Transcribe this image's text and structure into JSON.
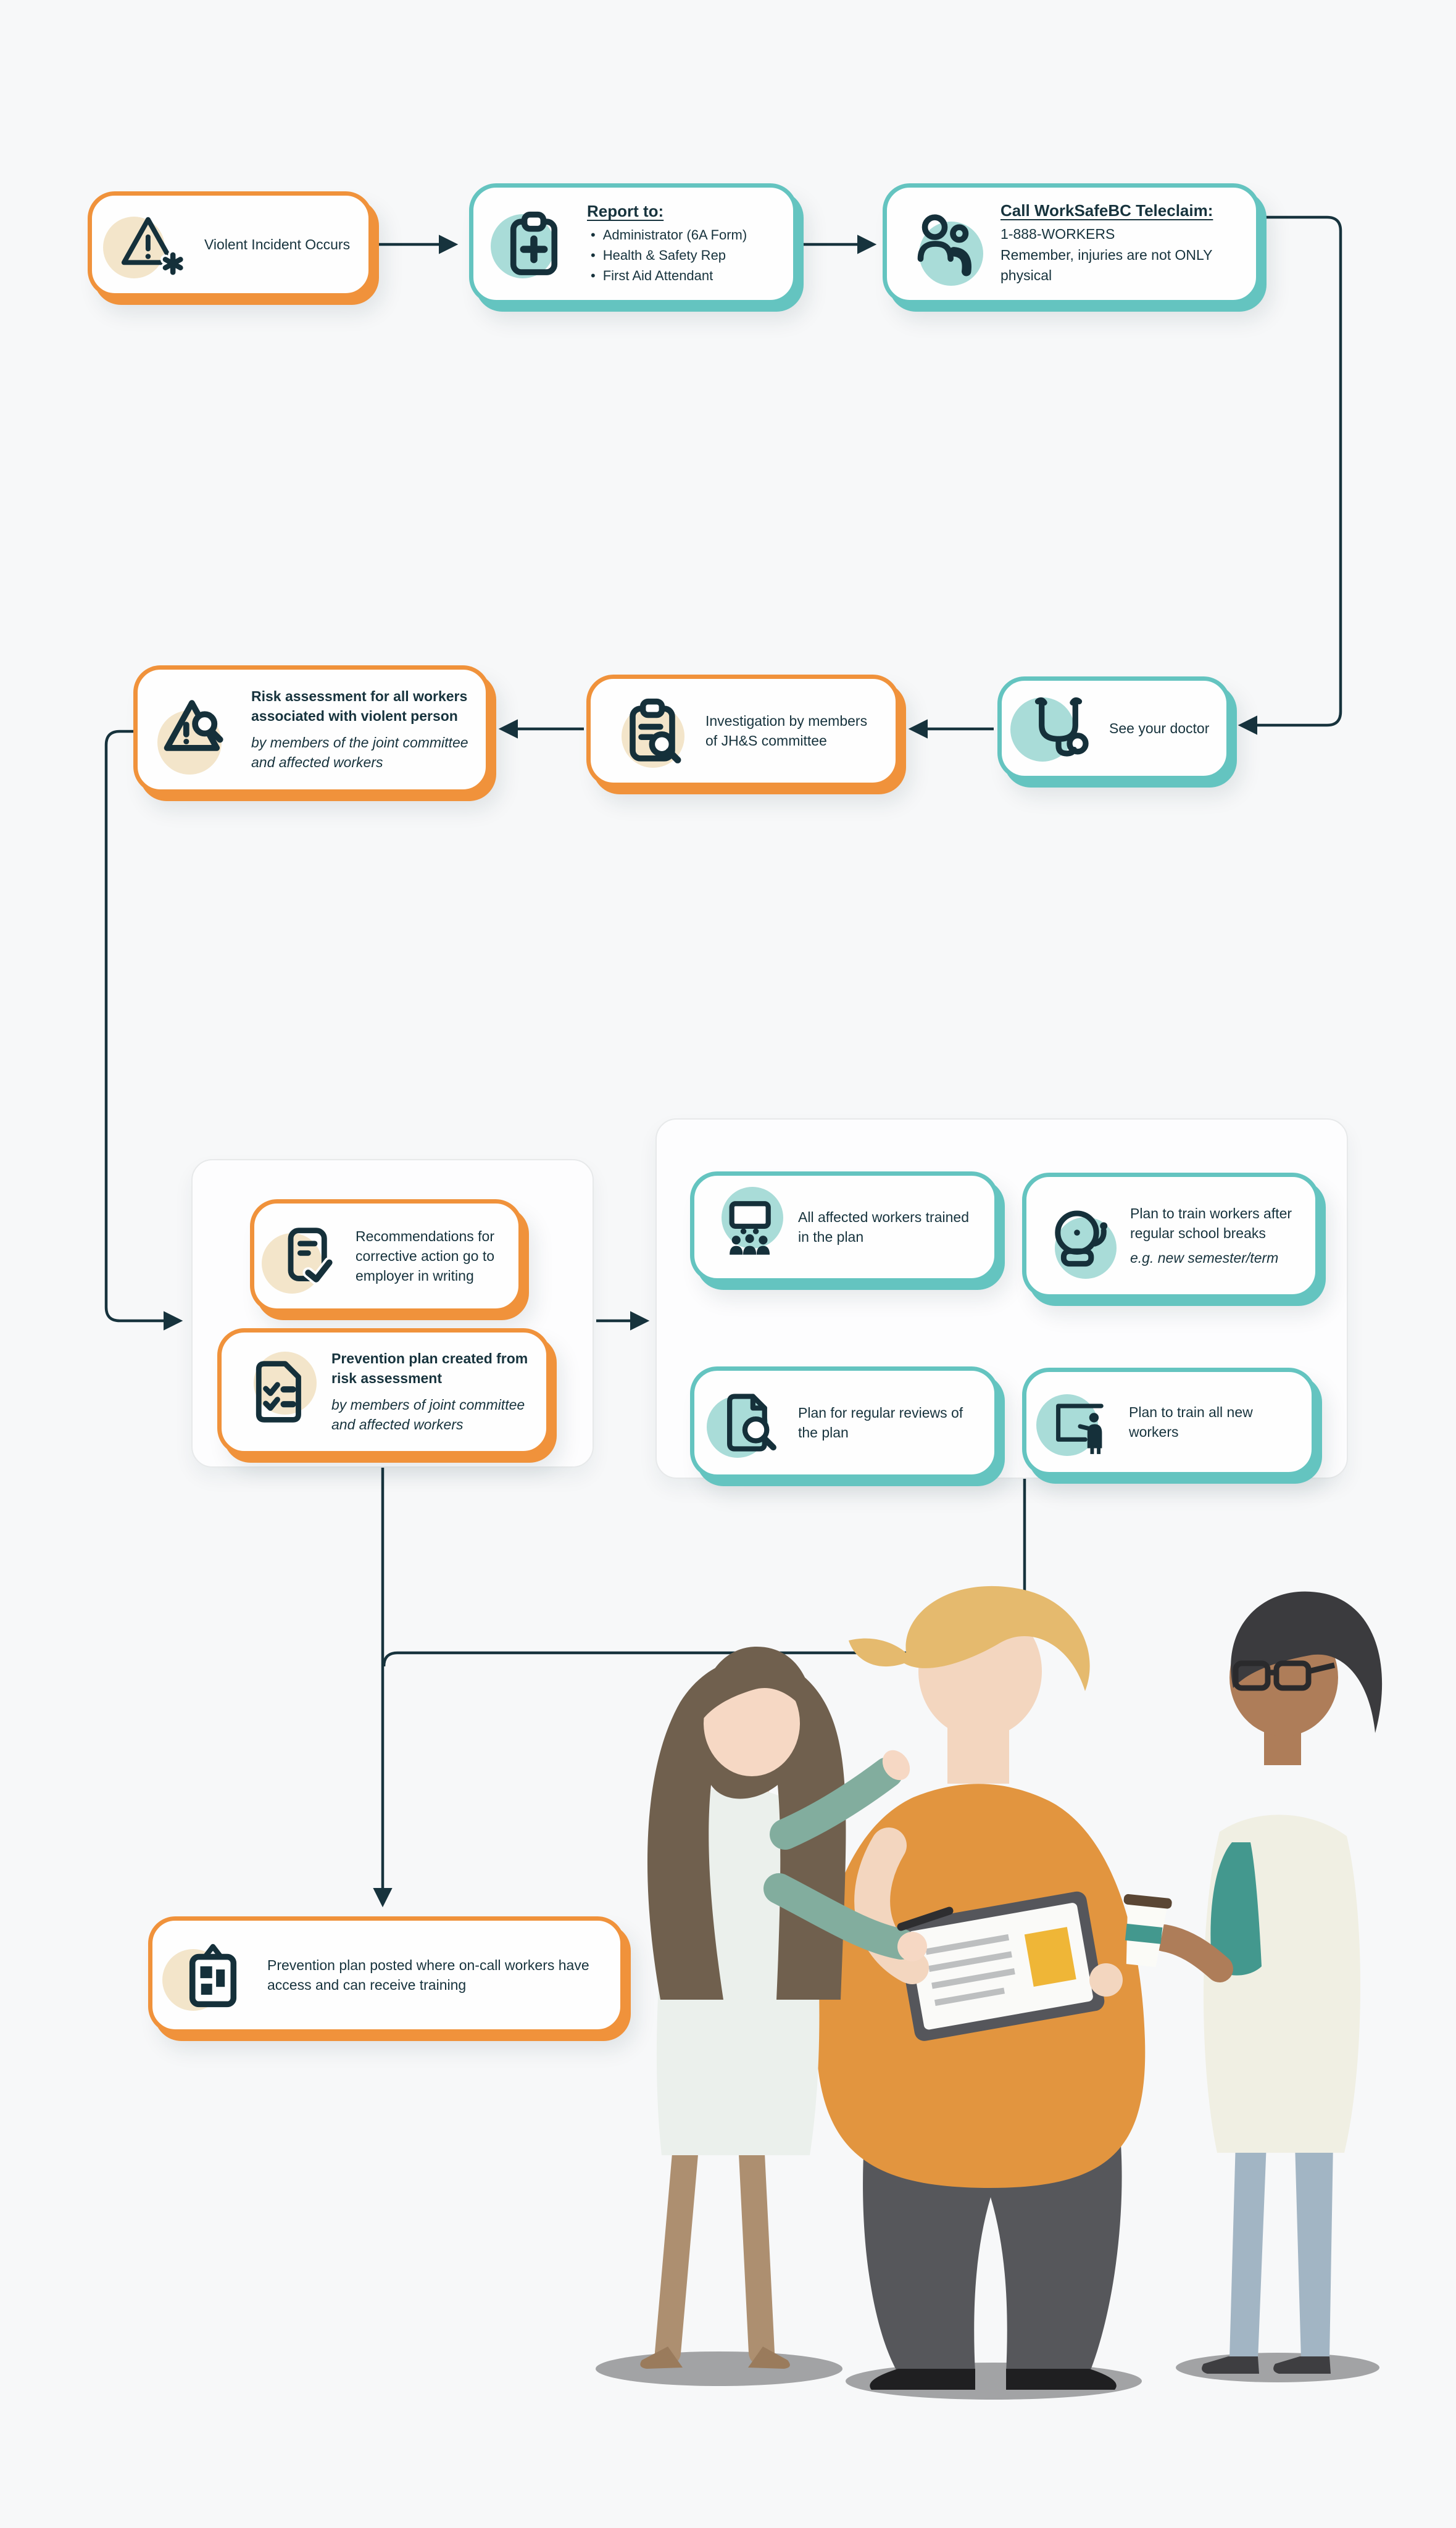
{
  "palette": {
    "background": "#F7F8F9",
    "orange_accent": "#F0923B",
    "teal_accent": "#64C4C0",
    "navy_text": "#17333D",
    "tan_icon_circle": "#F3E5CA",
    "teal_icon_circle": "#A9DCD8"
  },
  "steps": {
    "incident": {
      "label": "Violent Incident Occurs",
      "icon": "alert-asterisk-icon"
    },
    "report": {
      "heading": "Report to:",
      "bullets": [
        "Administrator (6A Form)",
        "Health & Safety Rep",
        "First Aid Attendant"
      ],
      "icon": "medical-clipboard-icon"
    },
    "teleclaim": {
      "heading": "Call WorkSafeBC Teleclaim:",
      "phone": "1-888-WORKERS",
      "note": "Remember, injuries are not ONLY physical",
      "icon": "people-phone-icon"
    },
    "doctor": {
      "label": "See your doctor",
      "icon": "stethoscope-icon"
    },
    "investigation": {
      "label": "Investigation by members of JH&S committee",
      "icon": "clipboard-search-icon"
    },
    "risk": {
      "title": "Risk assessment for all workers associated with violent person",
      "subtitle": "by members of the joint committee and affected workers",
      "icon": "warning-search-icon"
    },
    "recommendations": {
      "label": "Recommendations for corrective action go to employer in writing",
      "icon": "document-check-icon"
    },
    "prevention_plan": {
      "title": "Prevention plan created from risk assessment",
      "subtitle": "by members of joint committee and affected workers",
      "icon": "checklist-document-icon"
    },
    "plan_grid": [
      {
        "label": "All affected workers trained in the plan",
        "icon": "training-audience-icon"
      },
      {
        "label": "Plan to train workers after regular school breaks",
        "note": "e.g. new semester/term",
        "icon": "school-bell-icon"
      },
      {
        "label": "Plan for regular reviews of the plan",
        "icon": "document-magnifier-icon"
      },
      {
        "label": "Plan to train all new workers",
        "icon": "trainer-board-icon"
      }
    ],
    "posted": {
      "label": "Prevention plan posted where on-call workers have access and can receive training",
      "icon": "posted-board-icon"
    }
  }
}
